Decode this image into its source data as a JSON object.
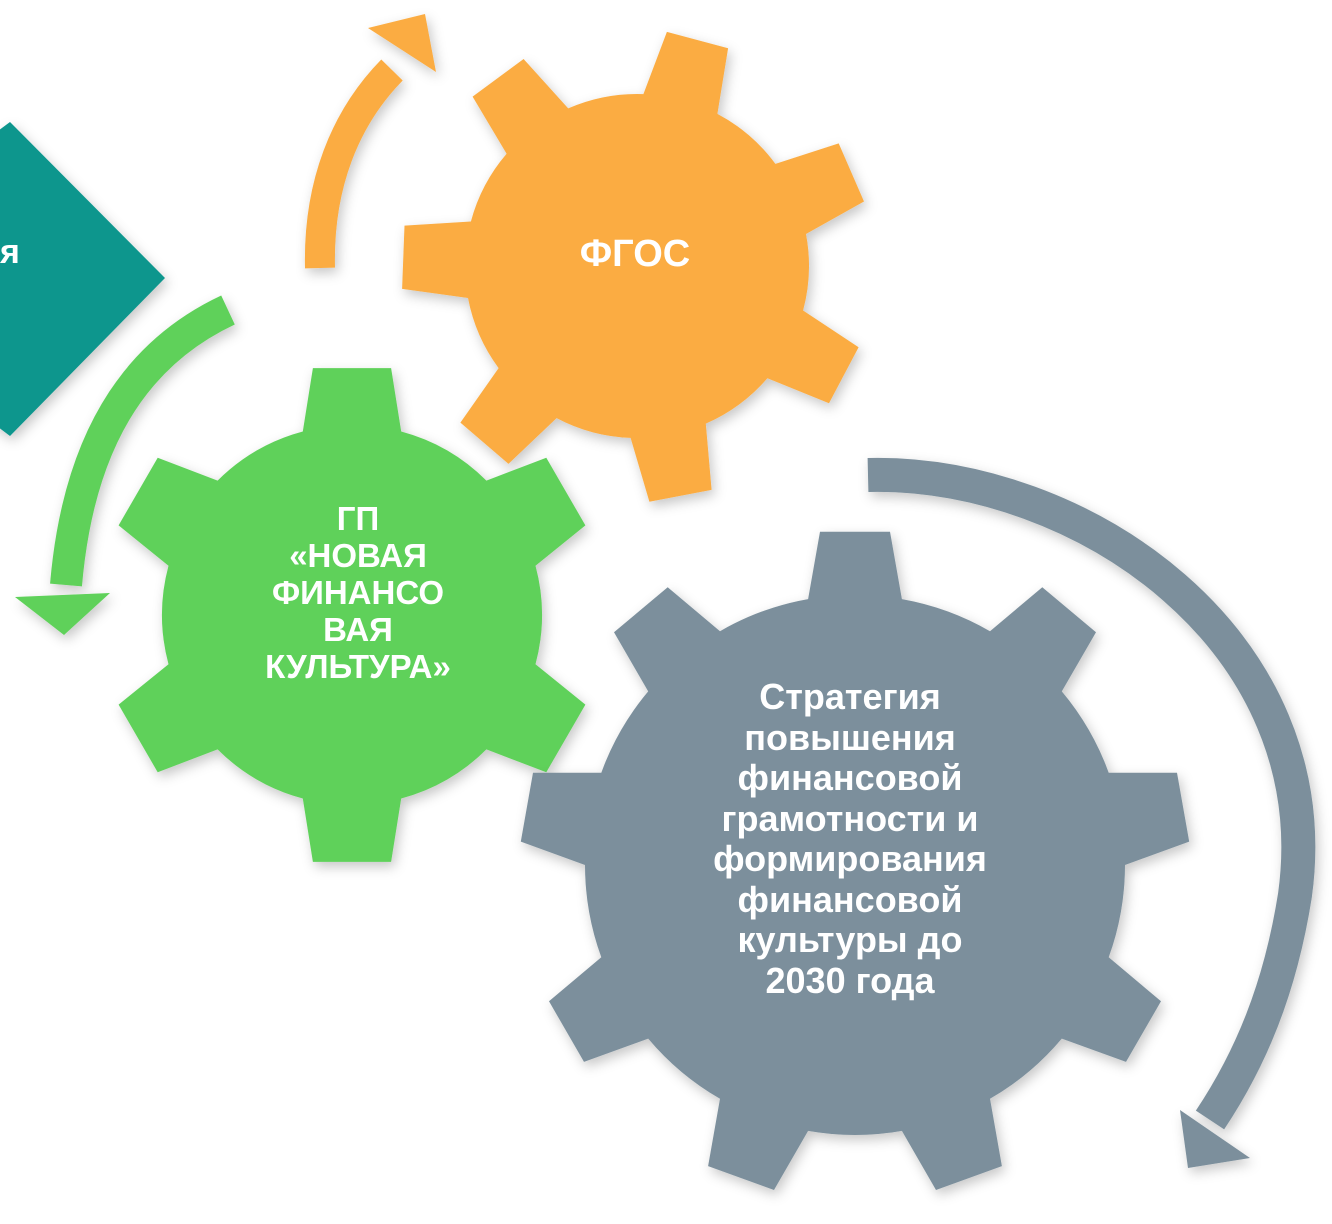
{
  "diagram": {
    "colors": {
      "diamond": "#0e968d",
      "orange": "#fbac42",
      "green": "#5fd15a",
      "gray": "#7b8f9c",
      "text": "#ffffff"
    },
    "nodes": {
      "diamond": {
        "label": "я"
      },
      "fgos": {
        "label": "ФГОС"
      },
      "gp": {
        "label": "ГП\n«НОВАЯ\nФИНАНСО\nВАЯ\nКУЛЬТУРА»"
      },
      "strategy": {
        "label": "Стратегия\nповышения\nфинансовой\nграмотности и\nформирования\nфинансовой\nкультуры до\n2030 года"
      }
    },
    "arrows": [
      {
        "id": "orange-arrow",
        "direction": "up-right"
      },
      {
        "id": "green-arrow",
        "direction": "down"
      },
      {
        "id": "gray-arrow",
        "direction": "clockwise-down"
      }
    ]
  }
}
